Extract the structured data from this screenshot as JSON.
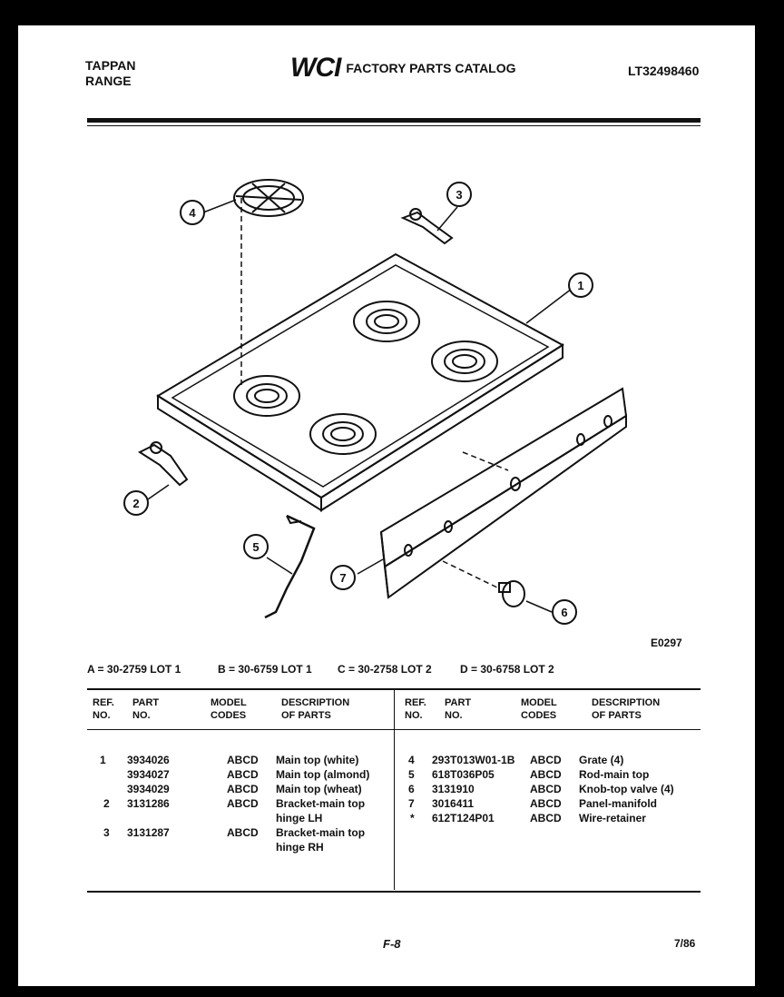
{
  "header": {
    "brand_line1": "TAPPAN",
    "brand_line2": "RANGE",
    "logo": "WCI",
    "catalog_title": "FACTORY PARTS CATALOG",
    "model_number": "LT32498460"
  },
  "diagram": {
    "figure_code": "E0297",
    "callouts": [
      "1",
      "2",
      "3",
      "4",
      "5",
      "6",
      "7"
    ]
  },
  "lot_legend": [
    "A = 30-2759 LOT 1",
    "B = 30-6759 LOT 1",
    "C = 30-2758 LOT 2",
    "D = 30-6758 LOT 2"
  ],
  "table": {
    "headers": {
      "ref_line1": "REF.",
      "ref_line2": "NO.",
      "part_line1": "PART",
      "part_line2": "NO.",
      "model_line1": "MODEL",
      "model_line2": "CODES",
      "desc_line1": "DESCRIPTION",
      "desc_line2": "OF PARTS"
    },
    "left_rows": [
      {
        "ref": "1",
        "part": "3934026",
        "codes": "ABCD",
        "desc": "Main top (white)"
      },
      {
        "ref": "",
        "part": "3934027",
        "codes": "ABCD",
        "desc": "Main top (almond)"
      },
      {
        "ref": "",
        "part": "3934029",
        "codes": "ABCD",
        "desc": "Main top (wheat)"
      },
      {
        "ref": "2",
        "part": "3131286",
        "codes": "ABCD",
        "desc": "Bracket-main top"
      },
      {
        "ref": "",
        "part": "",
        "codes": "",
        "desc": "hinge LH"
      },
      {
        "ref": "3",
        "part": "3131287",
        "codes": "ABCD",
        "desc": "Bracket-main top"
      },
      {
        "ref": "",
        "part": "",
        "codes": "",
        "desc": "hinge RH"
      }
    ],
    "right_rows": [
      {
        "ref": "4",
        "part": "293T013W01-1B",
        "codes": "ABCD",
        "desc": "Grate (4)"
      },
      {
        "ref": "5",
        "part": "618T036P05",
        "codes": "ABCD",
        "desc": "Rod-main top"
      },
      {
        "ref": "6",
        "part": "3131910",
        "codes": "ABCD",
        "desc": "Knob-top valve (4)"
      },
      {
        "ref": "7",
        "part": "3016411",
        "codes": "ABCD",
        "desc": "Panel-manifold"
      },
      {
        "ref": "*",
        "part": "612T124P01",
        "codes": "ABCD",
        "desc": "Wire-retainer"
      }
    ]
  },
  "footer": {
    "page": "F-8",
    "date": "7/86"
  }
}
